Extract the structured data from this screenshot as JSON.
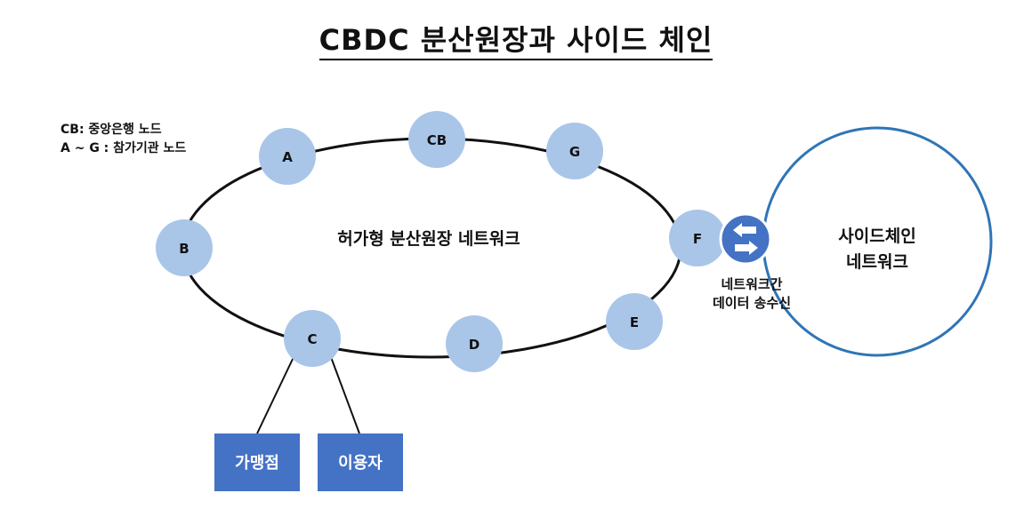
{
  "title": "CBDC 분산원장과 사이드 체인",
  "legend": {
    "line1": "CB: 중앙은행 노드",
    "line2": "A ~ G : 참가기관 노드"
  },
  "permissioned_network": {
    "label": "허가형 분산원장 네트워크",
    "nodes": {
      "A": "A",
      "CB": "CB",
      "G": "G",
      "B": "B",
      "F": "F",
      "C": "C",
      "D": "D",
      "E": "E"
    }
  },
  "side_chain": {
    "label_line1": "사이드체인",
    "label_line2": "네트워크"
  },
  "interchange": {
    "line1": "네트워크간",
    "line2": "데이터 송수신",
    "icon": "bidirectional-arrows-icon"
  },
  "endpoints": {
    "merchant": "가맹점",
    "user": "이용자"
  },
  "colors": {
    "node_fill": "#a9c6e8",
    "side_chain_stroke": "#2e75b6",
    "exchange_fill": "#4472c4",
    "box_fill": "#4472c4"
  }
}
